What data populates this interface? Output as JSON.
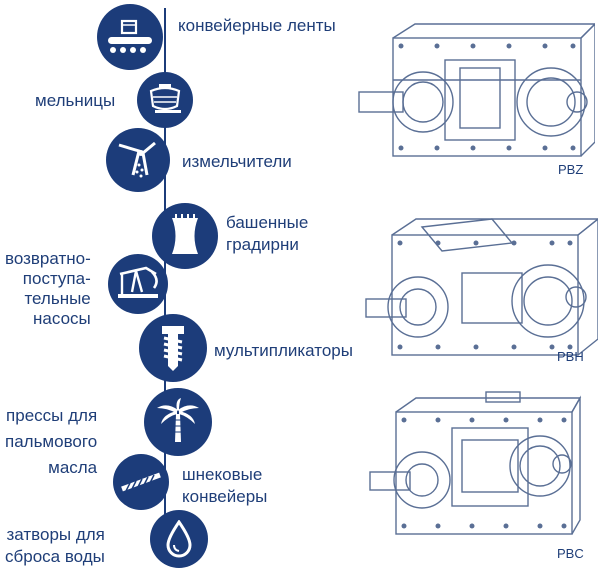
{
  "applications": [
    {
      "label": "конвейерные ленты",
      "icon": "conveyor-belt-icon"
    },
    {
      "label": "мельницы",
      "icon": "mill-icon"
    },
    {
      "label": "измельчители",
      "icon": "crusher-icon"
    },
    {
      "label": "башенные\nградирни",
      "icon": "cooling-tower-icon"
    },
    {
      "label": "возвратно-\nпоступа-\nтельные\nнасосы",
      "icon": "pump-jack-icon"
    },
    {
      "label": "мультипликаторы",
      "icon": "screw-bolt-icon"
    },
    {
      "label": "прессы для\nпальмового\nмасла",
      "icon": "palm-tree-icon"
    },
    {
      "label": "шнековые\nконвейеры",
      "icon": "screw-conveyor-icon"
    },
    {
      "label": "затворы для\nсброса воды",
      "icon": "water-drop-icon"
    }
  ],
  "gearboxes": [
    {
      "code": "PBZ",
      "icon": "gearbox-pbz-icon"
    },
    {
      "code": "PBH",
      "icon": "gearbox-pbh-icon"
    },
    {
      "code": "PBC",
      "icon": "gearbox-pbc-icon"
    }
  ],
  "colors": {
    "primary": "#1c3c7a",
    "text": "#1f3e78",
    "drawing": "#5a6f95"
  }
}
